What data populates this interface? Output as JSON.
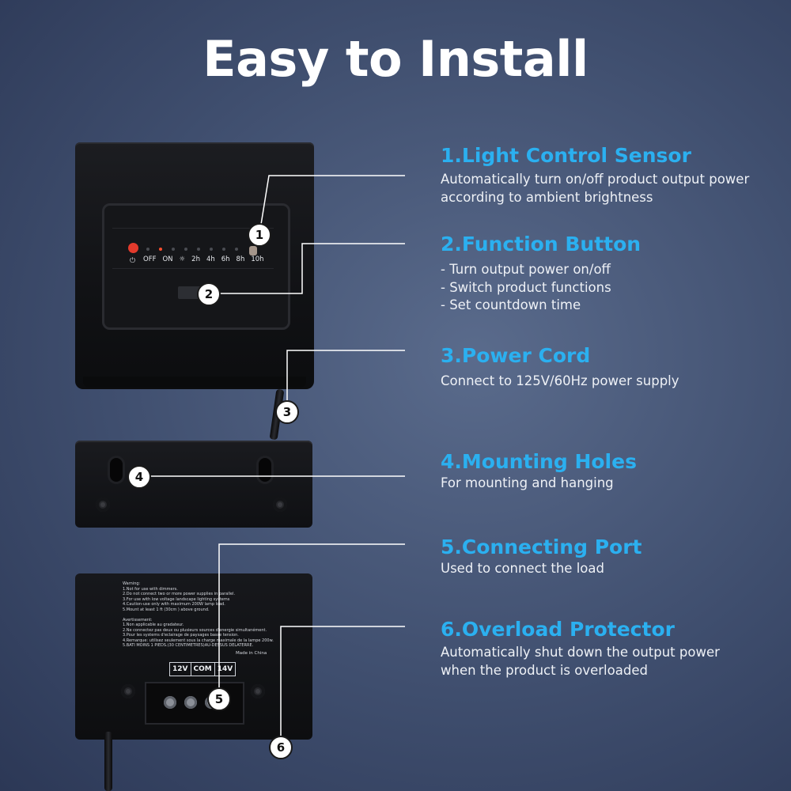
{
  "title": "Easy to Install",
  "features": [
    {
      "heading": "1.Light Control Sensor",
      "lines": [
        "Automatically turn on/off product output power",
        "according to ambient brightness"
      ]
    },
    {
      "heading": "2.Function Button",
      "bullets": [
        "- Turn output power on/off",
        "- Switch product functions",
        "- Set countdown time"
      ]
    },
    {
      "heading": "3.Power Cord",
      "lines": [
        "Connect to 125V/60Hz power supply"
      ]
    },
    {
      "heading": "4.Mounting Holes",
      "lines": [
        "For mounting and hanging"
      ]
    },
    {
      "heading": "5.Connecting Port",
      "lines": [
        "Used to connect the load"
      ]
    },
    {
      "heading": "6.Overload Protector",
      "lines": [
        "Automatically shut down the output power",
        "when the product is overloaded"
      ]
    }
  ],
  "callouts": [
    "1",
    "2",
    "3",
    "4",
    "5",
    "6"
  ],
  "panel": {
    "power_symbol": "⏻",
    "led_labels": [
      "OFF",
      "ON",
      "☼",
      "2h",
      "4h",
      "6h",
      "8h",
      "10h"
    ]
  },
  "back_label": {
    "warning_text": "Warning:\n1.Not for use with dimmers.\n2.Do not connect two or more power supplies in parallel.\n3.For use with low voltage landscape lighting systems\n4.Caution-use only with maximum 200W lamp load.\n5.Mount at least 1 ft (30cm ) above ground.\n\nAvertissement:\n1.Non applicable au gradateur.\n2.Ne connectez pas deux ou plusieurs sources d'energie simultanément.\n3.Pour les systems d'eclairage de paysages basse tension.\n4.Remarque: utilisez seulement sous la charge maximale de la lampe 200w.\n5.BATI MOINS 1 PIEDS.(30 CENTIMETRES)AU-DESSUS DELATERRE.",
    "made_in": "Made in China",
    "ports": [
      "12V",
      "COM",
      "14V"
    ]
  },
  "colors": {
    "heading": "#2bb0f0",
    "background": "#3f4e6e",
    "device": "#111215",
    "power_led": "#e23a2c"
  }
}
